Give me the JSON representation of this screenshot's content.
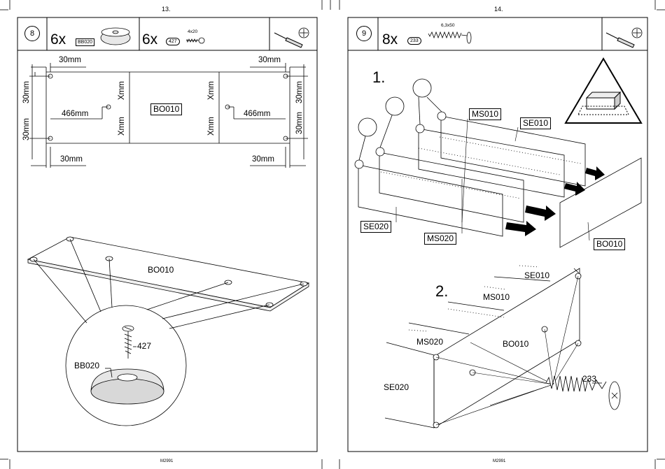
{
  "left_page": {
    "page_number": "13.",
    "footer": "M2991",
    "step": "8",
    "parts": [
      {
        "qty": "6x",
        "code": "BB020"
      },
      {
        "qty": "6x",
        "code": "427",
        "size": "4x20"
      }
    ],
    "dims": {
      "top_left": "30mm",
      "top_right": "30mm",
      "bottom_left": "30mm",
      "bottom_right": "30mm",
      "v_left_top": "30mm",
      "v_left_bottom": "30mm",
      "v_right_top": "30mm",
      "v_right_bottom": "30mm",
      "h_left_466": "466mm",
      "h_right_466": "466mm",
      "x_left_top": "Xmm",
      "x_left_bottom": "Xmm",
      "x_right_top": "Xmm",
      "x_right_bottom": "Xmm"
    },
    "panel_label": "BO010",
    "iso_label": "BO010",
    "detail_screw": "427",
    "detail_foot": "BB020"
  },
  "right_page": {
    "page_number": "14.",
    "footer": "M2991",
    "step": "9",
    "parts": [
      {
        "qty": "8x",
        "code": "233",
        "size": "6,3x50"
      }
    ],
    "substep1": "1.",
    "substep2": "2.",
    "labels1": {
      "ms010": "MS010",
      "se010": "SE010",
      "se020": "SE020",
      "ms020": "MS020",
      "bo010": "BO010"
    },
    "labels2": {
      "se010": "SE010",
      "ms010": "MS010",
      "ms020": "MS020",
      "bo010": "BO010",
      "se020": "SE020",
      "screw": "233"
    }
  }
}
